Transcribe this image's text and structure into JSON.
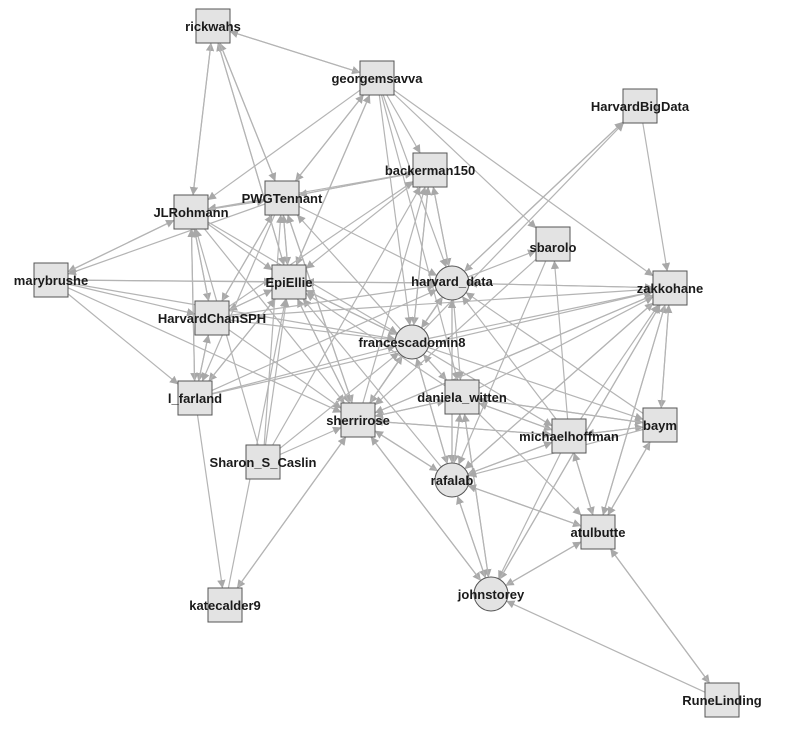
{
  "diagram": {
    "type": "directed-network",
    "colors": {
      "edge": "#b4b4b4",
      "node_fill": "#e3e3e3",
      "node_stroke": "#555555",
      "label": "#1a1a1a"
    },
    "nodes": [
      {
        "id": "rickwahs",
        "label": "rickwahs",
        "shape": "square"
      },
      {
        "id": "georgemsavva",
        "label": "georgemsavva",
        "shape": "square"
      },
      {
        "id": "HarvardBigData",
        "label": "HarvardBigData",
        "shape": "square"
      },
      {
        "id": "backerman150",
        "label": "backerman150",
        "shape": "square"
      },
      {
        "id": "PWGTennant",
        "label": "PWGTennant",
        "shape": "square"
      },
      {
        "id": "JLRohmann",
        "label": "JLRohmann",
        "shape": "square"
      },
      {
        "id": "sbarolo",
        "label": "sbarolo",
        "shape": "square"
      },
      {
        "id": "marybrushe",
        "label": "marybrushe",
        "shape": "square"
      },
      {
        "id": "EpiEllie",
        "label": "EpiEllie",
        "shape": "square"
      },
      {
        "id": "harvard_data",
        "label": "harvard_data",
        "shape": "circle"
      },
      {
        "id": "zakkohane",
        "label": "zakkohane",
        "shape": "square"
      },
      {
        "id": "HarvardChanSPH",
        "label": "HarvardChanSPH",
        "shape": "square"
      },
      {
        "id": "francescadomin8",
        "label": "francescadomin8",
        "shape": "circle"
      },
      {
        "id": "l_farland",
        "label": "l_farland",
        "shape": "square"
      },
      {
        "id": "daniela_witten",
        "label": "daniela_witten",
        "shape": "square"
      },
      {
        "id": "sherrirose",
        "label": "sherrirose",
        "shape": "square"
      },
      {
        "id": "michaelhoffman",
        "label": "michaelhoffman",
        "shape": "square"
      },
      {
        "id": "baym",
        "label": "baym",
        "shape": "square"
      },
      {
        "id": "Sharon_S_Caslin",
        "label": "Sharon_S_Caslin",
        "shape": "square"
      },
      {
        "id": "rafalab",
        "label": "rafalab",
        "shape": "circle"
      },
      {
        "id": "atulbutte",
        "label": "atulbutte",
        "shape": "square"
      },
      {
        "id": "johnstorey",
        "label": "johnstorey",
        "shape": "circle"
      },
      {
        "id": "katecalder9",
        "label": "katecalder9",
        "shape": "square"
      },
      {
        "id": "RuneLinding",
        "label": "RuneLinding",
        "shape": "square"
      }
    ],
    "edges": [
      [
        "rickwahs",
        "georgemsavva"
      ],
      [
        "georgemsavva",
        "rickwahs"
      ],
      [
        "JLRohmann",
        "rickwahs"
      ],
      [
        "PWGTennant",
        "rickwahs"
      ],
      [
        "EpiEllie",
        "rickwahs"
      ],
      [
        "rickwahs",
        "PWGTennant"
      ],
      [
        "georgemsavva",
        "PWGTennant"
      ],
      [
        "georgemsavva",
        "JLRohmann"
      ],
      [
        "georgemsavva",
        "EpiEllie"
      ],
      [
        "georgemsavva",
        "harvard_data"
      ],
      [
        "georgemsavva",
        "sbarolo"
      ],
      [
        "georgemsavva",
        "zakkohane"
      ],
      [
        "georgemsavva",
        "francescadomin8"
      ],
      [
        "georgemsavva",
        "daniela_witten"
      ],
      [
        "PWGTennant",
        "georgemsavva"
      ],
      [
        "EpiEllie",
        "georgemsavva"
      ],
      [
        "HarvardBigData",
        "harvard_data"
      ],
      [
        "harvard_data",
        "HarvardBigData"
      ],
      [
        "HarvardBigData",
        "zakkohane"
      ],
      [
        "francescadomin8",
        "HarvardBigData"
      ],
      [
        "backerman150",
        "PWGTennant"
      ],
      [
        "PWGTennant",
        "backerman150"
      ],
      [
        "backerman150",
        "EpiEllie"
      ],
      [
        "backerman150",
        "harvard_data"
      ],
      [
        "backerman150",
        "francescadomin8"
      ],
      [
        "backerman150",
        "JLRohmann"
      ],
      [
        "sherrirose",
        "backerman150"
      ],
      [
        "HarvardChanSPH",
        "backerman150"
      ],
      [
        "PWGTennant",
        "JLRohmann"
      ],
      [
        "JLRohmann",
        "PWGTennant"
      ],
      [
        "PWGTennant",
        "EpiEllie"
      ],
      [
        "EpiEllie",
        "PWGTennant"
      ],
      [
        "PWGTennant",
        "HarvardChanSPH"
      ],
      [
        "HarvardChanSPH",
        "PWGTennant"
      ],
      [
        "PWGTennant",
        "harvard_data"
      ],
      [
        "PWGTennant",
        "sherrirose"
      ],
      [
        "PWGTennant",
        "l_farland"
      ],
      [
        "PWGTennant",
        "marybrushe"
      ],
      [
        "sherrirose",
        "PWGTennant"
      ],
      [
        "JLRohmann",
        "marybrushe"
      ],
      [
        "marybrushe",
        "JLRohmann"
      ],
      [
        "JLRohmann",
        "HarvardChanSPH"
      ],
      [
        "HarvardChanSPH",
        "JLRohmann"
      ],
      [
        "JLRohmann",
        "l_farland"
      ],
      [
        "l_farland",
        "JLRohmann"
      ],
      [
        "JLRohmann",
        "EpiEllie"
      ],
      [
        "JLRohmann",
        "sherrirose"
      ],
      [
        "JLRohmann",
        "francescadomin8"
      ],
      [
        "marybrushe",
        "HarvardChanSPH"
      ],
      [
        "marybrushe",
        "EpiEllie"
      ],
      [
        "marybrushe",
        "l_farland"
      ],
      [
        "marybrushe",
        "sherrirose"
      ],
      [
        "EpiEllie",
        "HarvardChanSPH"
      ],
      [
        "HarvardChanSPH",
        "EpiEllie"
      ],
      [
        "EpiEllie",
        "sherrirose"
      ],
      [
        "sherrirose",
        "EpiEllie"
      ],
      [
        "EpiEllie",
        "l_farland"
      ],
      [
        "EpiEllie",
        "francescadomin8"
      ],
      [
        "francescadomin8",
        "EpiEllie"
      ],
      [
        "harvard_data",
        "EpiEllie"
      ],
      [
        "daniela_witten",
        "EpiEllie"
      ],
      [
        "rafalab",
        "EpiEllie"
      ],
      [
        "HarvardChanSPH",
        "l_farland"
      ],
      [
        "l_farland",
        "HarvardChanSPH"
      ],
      [
        "HarvardChanSPH",
        "harvard_data"
      ],
      [
        "HarvardChanSPH",
        "sherrirose"
      ],
      [
        "HarvardChanSPH",
        "francescadomin8"
      ],
      [
        "HarvardChanSPH",
        "zakkohane"
      ],
      [
        "l_farland",
        "EpiEllie"
      ],
      [
        "l_farland",
        "katecalder9"
      ],
      [
        "l_farland",
        "zakkohane"
      ],
      [
        "l_farland",
        "harvard_data"
      ],
      [
        "l_farland",
        "francescadomin8"
      ],
      [
        "Sharon_S_Caslin",
        "PWGTennant"
      ],
      [
        "Sharon_S_Caslin",
        "EpiEllie"
      ],
      [
        "Sharon_S_Caslin",
        "sherrirose"
      ],
      [
        "Sharon_S_Caslin",
        "francescadomin8"
      ],
      [
        "Sharon_S_Caslin",
        "JLRohmann"
      ],
      [
        "Sharon_S_Caslin",
        "backerman150"
      ],
      [
        "sherrirose",
        "katecalder9"
      ],
      [
        "katecalder9",
        "sherrirose"
      ],
      [
        "sherrirose",
        "francescadomin8"
      ],
      [
        "francescadomin8",
        "sherrirose"
      ],
      [
        "sherrirose",
        "daniela_witten"
      ],
      [
        "daniela_witten",
        "sherrirose"
      ],
      [
        "sherrirose",
        "rafalab"
      ],
      [
        "rafalab",
        "sherrirose"
      ],
      [
        "sherrirose",
        "johnstorey"
      ],
      [
        "johnstorey",
        "sherrirose"
      ],
      [
        "sherrirose",
        "michaelhoffman"
      ],
      [
        "sherrirose",
        "harvard_data"
      ],
      [
        "sherrirose",
        "zakkohane"
      ],
      [
        "michaelhoffman",
        "sherrirose"
      ],
      [
        "francescadomin8",
        "harvard_data"
      ],
      [
        "harvard_data",
        "francescadomin8"
      ],
      [
        "francescadomin8",
        "daniela_witten"
      ],
      [
        "daniela_witten",
        "francescadomin8"
      ],
      [
        "francescadomin8",
        "rafalab"
      ],
      [
        "rafalab",
        "francescadomin8"
      ],
      [
        "francescadomin8",
        "zakkohane"
      ],
      [
        "francescadomin8",
        "baym"
      ],
      [
        "francescadomin8",
        "michaelhoffman"
      ],
      [
        "francescadomin8",
        "PWGTennant"
      ],
      [
        "francescadomin8",
        "backerman150"
      ],
      [
        "harvard_data",
        "sbarolo"
      ],
      [
        "harvard_data",
        "zakkohane"
      ],
      [
        "harvard_data",
        "daniela_witten"
      ],
      [
        "harvard_data",
        "rafalab"
      ],
      [
        "rafalab",
        "harvard_data"
      ],
      [
        "harvard_data",
        "backerman150"
      ],
      [
        "michaelhoffman",
        "harvard_data"
      ],
      [
        "daniela_witten",
        "rafalab"
      ],
      [
        "rafalab",
        "daniela_witten"
      ],
      [
        "daniela_witten",
        "michaelhoffman"
      ],
      [
        "michaelhoffman",
        "daniela_witten"
      ],
      [
        "daniela_witten",
        "johnstorey"
      ],
      [
        "daniela_witten",
        "zakkohane"
      ],
      [
        "daniela_witten",
        "baym"
      ],
      [
        "daniela_witten",
        "atulbutte"
      ],
      [
        "johnstorey",
        "daniela_witten"
      ],
      [
        "michaelhoffman",
        "zakkohane"
      ],
      [
        "michaelhoffman",
        "baym"
      ],
      [
        "baym",
        "michaelhoffman"
      ],
      [
        "michaelhoffman",
        "atulbutte"
      ],
      [
        "atulbutte",
        "michaelhoffman"
      ],
      [
        "michaelhoffman",
        "rafalab"
      ],
      [
        "michaelhoffman",
        "johnstorey"
      ],
      [
        "michaelhoffman",
        "sbarolo"
      ],
      [
        "rafalab",
        "atulbutte"
      ],
      [
        "atulbutte",
        "rafalab"
      ],
      [
        "rafalab",
        "johnstorey"
      ],
      [
        "johnstorey",
        "rafalab"
      ],
      [
        "rafalab",
        "zakkohane"
      ],
      [
        "rafalab",
        "michaelhoffman"
      ],
      [
        "atulbutte",
        "zakkohane"
      ],
      [
        "zakkohane",
        "atulbutte"
      ],
      [
        "atulbutte",
        "baym"
      ],
      [
        "baym",
        "atulbutte"
      ],
      [
        "atulbutte",
        "johnstorey"
      ],
      [
        "johnstorey",
        "atulbutte"
      ],
      [
        "atulbutte",
        "RuneLinding"
      ],
      [
        "RuneLinding",
        "atulbutte"
      ],
      [
        "RuneLinding",
        "johnstorey"
      ],
      [
        "zakkohane",
        "baym"
      ],
      [
        "baym",
        "zakkohane"
      ],
      [
        "zakkohane",
        "harvard_data"
      ],
      [
        "zakkohane",
        "rafalab"
      ],
      [
        "zakkohane",
        "sherrirose"
      ],
      [
        "zakkohane",
        "johnstorey"
      ],
      [
        "baym",
        "rafalab"
      ],
      [
        "baym",
        "daniela_witten"
      ],
      [
        "baym",
        "harvard_data"
      ],
      [
        "johnstorey",
        "zakkohane"
      ],
      [
        "sbarolo",
        "rafalab"
      ],
      [
        "sbarolo",
        "sherrirose"
      ],
      [
        "marybrushe",
        "francescadomin8"
      ],
      [
        "marybrushe",
        "harvard_data"
      ],
      [
        "katecalder9",
        "EpiEllie"
      ],
      [
        "georgemsavva",
        "backerman150"
      ],
      [
        "rickwahs",
        "JLRohmann"
      ],
      [
        "rickwahs",
        "EpiEllie"
      ]
    ]
  }
}
